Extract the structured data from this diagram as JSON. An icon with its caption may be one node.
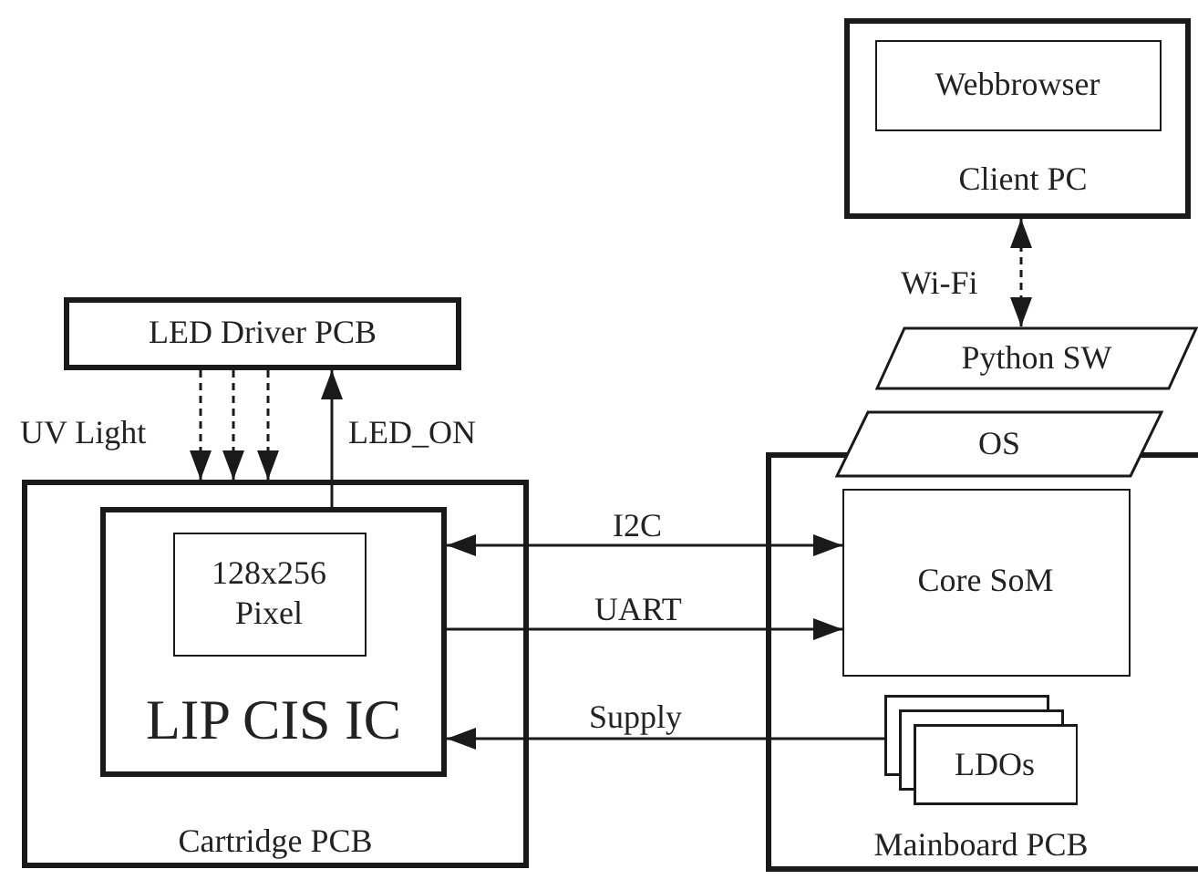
{
  "diagram": {
    "nodes": [
      {
        "text": [
          "Client PC"
        ]
      },
      {
        "text": [
          "Webbrowser"
        ],
        "in": 0
      },
      {
        "text": [
          "Python SW"
        ]
      },
      {
        "text": [
          "OS"
        ]
      },
      {
        "text": [
          "LED Driver PCB"
        ]
      },
      {
        "text": [
          "Cartridge PCB"
        ]
      },
      {
        "text": [
          "LIP CIS IC"
        ],
        "in": 5
      },
      {
        "text": [
          "128x256 Pixel"
        ],
        "in": 6
      },
      {
        "text": [
          "Mainboard PCB"
        ]
      },
      {
        "text": [
          "Core SoM"
        ],
        "in": 8
      },
      {
        "text": [
          "LDOs"
        ],
        "in": 8
      }
    ],
    "edges": [
      {
        "from": 0,
        "to": 2,
        "arrow": "both",
        "label": "Wi-Fi",
        "style": "dashed"
      },
      {
        "from": 6,
        "to": 4,
        "arrow": "to",
        "label": "LED_ON"
      },
      {
        "from": 4,
        "to": 5,
        "arrow": "to",
        "label": "UV Light",
        "style": "dashed"
      },
      {
        "from": 4,
        "to": 5,
        "arrow": "to",
        "style": "dashed"
      },
      {
        "from": 4,
        "to": 5,
        "arrow": "to",
        "style": "dashed"
      },
      {
        "from": 6,
        "to": 9,
        "arrow": "both",
        "label": "I2C"
      },
      {
        "from": 6,
        "to": 9,
        "arrow": "to",
        "label": "UART"
      },
      {
        "from": 10,
        "to": 6,
        "arrow": "to",
        "label": "Supply"
      }
    ]
  }
}
